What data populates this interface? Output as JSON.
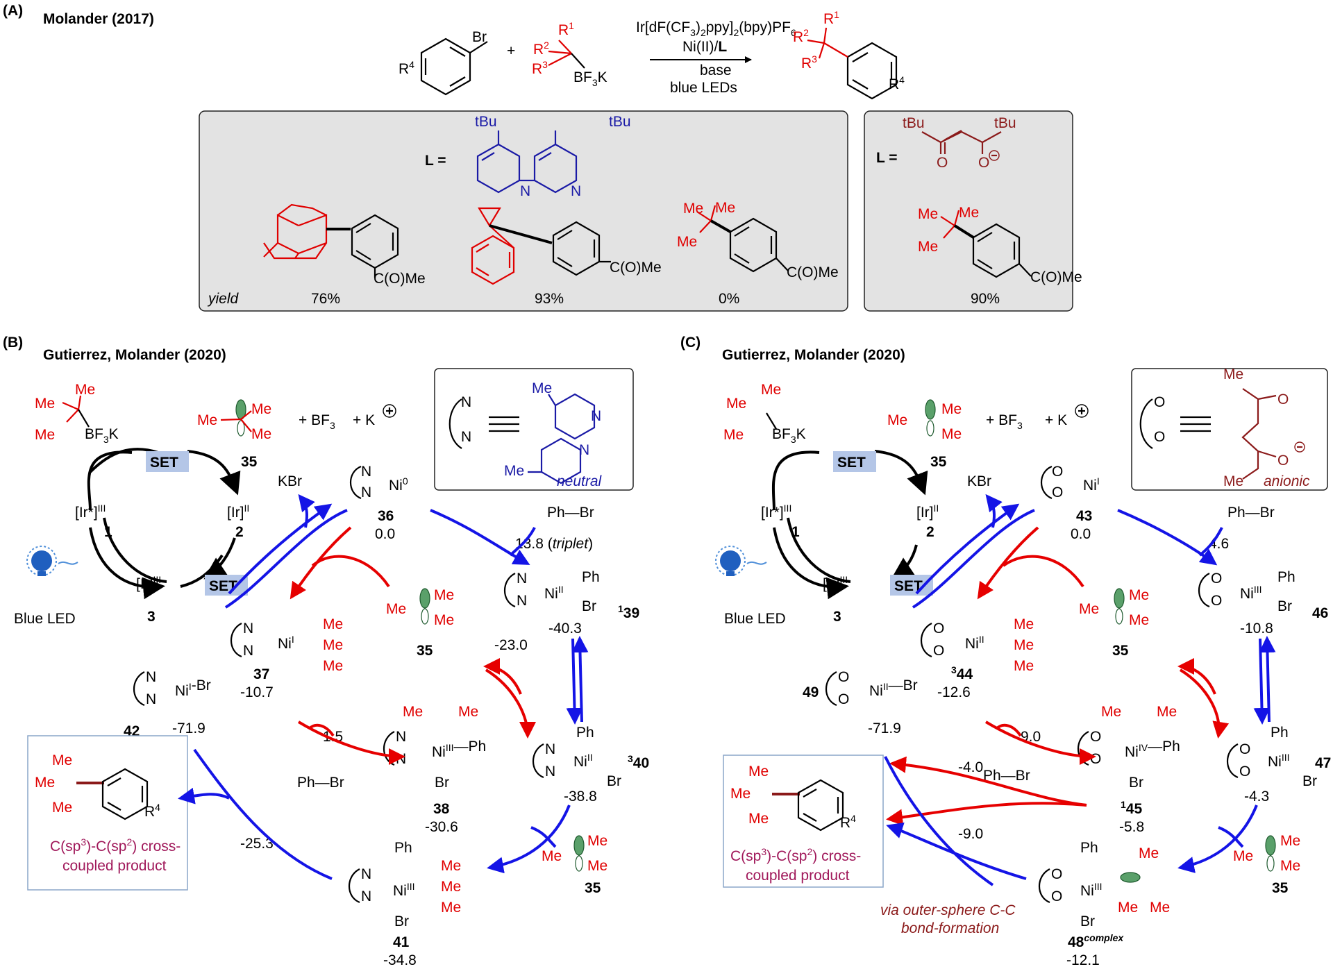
{
  "panelA": {
    "label": "(A)",
    "title": "Molander (2017)",
    "reactant1_subst": "R",
    "reactant1_sup": "4",
    "reactant1_br": "Br",
    "plus": "+",
    "reagent_r1": "R",
    "reagent_r1_sup": "1",
    "reagent_r2": "R",
    "reagent_r2_sup": "2",
    "reagent_r3": "R",
    "reagent_r3_sup": "3",
    "reagent_bf3k": "BF",
    "reagent_bf3k_sub": "3",
    "reagent_bf3k_tail": "K",
    "cond1": "Ir[dF(CF",
    "cond1_sub1": "3",
    "cond1_mid": ")",
    "cond1_sub2": "2",
    "cond1_mid2": "ppy]",
    "cond1_sub3": "2",
    "cond1_tail": "(bpy)PF",
    "cond1_sub4": "6",
    "cond2": "Ni(II)/",
    "cond2_bold": "L",
    "cond3": "base",
    "cond4": "blue LEDs",
    "prod_r4": "R",
    "prod_r4_sup": "4",
    "box1": {
      "ligand_label": "L =",
      "tbu1": "tBu",
      "tbu2": "tBu",
      "n1": "N",
      "n2": "N",
      "yield_label": "yield",
      "products": [
        {
          "substituent": "C(O)Me",
          "yield": "76%"
        },
        {
          "substituent": "C(O)Me",
          "yield": "93%"
        },
        {
          "substituent": "C(O)Me",
          "yield": "0%",
          "me1": "Me",
          "me2": "Me",
          "me3": "Me"
        }
      ]
    },
    "box2": {
      "ligand_label": "L =",
      "tbu1": "tBu",
      "tbu2": "tBu",
      "o1": "O",
      "o2": "O",
      "product": {
        "substituent": "C(O)Me",
        "yield": "90%",
        "me1": "Me",
        "me2": "Me",
        "me3": "Me"
      }
    }
  },
  "panelB": {
    "label": "(B)",
    "title": "Gutierrez, Molander (2020)",
    "legend_note": "neutral",
    "legend_me": "Me",
    "legend_me2": "Me",
    "legend_n": "N",
    "set": "SET",
    "kbr": "KBr",
    "blue_led": "Blue LED",
    "phbr": "Ph—Br",
    "bf3": "+ BF",
    "bf3_sub": "3",
    "kplus": "+ K",
    "product_caption1": "C(sp",
    "product_caption_sup1": "3",
    "product_caption_mid": ")-C(sp",
    "product_caption_sup2": "2",
    "product_caption_tail": ") cross-",
    "product_caption2": "coupled product",
    "species": {
      "ir1": "[Ir*]",
      "ir1_sup": "III",
      "ir1_num": "1",
      "ir2": "[Ir]",
      "ir2_sup": "II",
      "ir2_num": "2",
      "ir3": "[Ir]",
      "ir3_sup": "III",
      "ir3_num": "3",
      "n35": "35",
      "n36": "36",
      "e36": "0.0",
      "n37": "37",
      "e37": "-10.7",
      "n38": "38",
      "e38": "-30.6",
      "n39": "39",
      "n39_sup": "1",
      "e39": "-40.3",
      "n40": "40",
      "n40_sup": "3",
      "e40": "-38.8",
      "n41": "41",
      "e41": "-34.8",
      "n42": "42",
      "e42": "-71.9"
    },
    "barriers": {
      "b_ox": "13.8 (",
      "b_ox_it": "triplet",
      "b_ox_end": ")",
      "b_rad": "-23.0",
      "b_add": "1.5",
      "b_re": "-25.3"
    }
  },
  "panelC": {
    "label": "(C)",
    "title": "Gutierrez, Molander (2020)",
    "legend_note": "anionic",
    "legend_me": "Me",
    "legend_me2": "Me",
    "legend_o": "O",
    "set": "SET",
    "kbr": "KBr",
    "blue_led": "Blue LED",
    "phbr": "Ph—Br",
    "bf3": "+ BF",
    "bf3_sub": "3",
    "kplus": "+ K",
    "product_caption1": "C(sp",
    "product_caption_sup1": "3",
    "product_caption_mid": ")-C(sp",
    "product_caption_sup2": "2",
    "product_caption_tail": ") cross-",
    "product_caption2": "coupled product",
    "outer_sphere1": "via outer-sphere C-C",
    "outer_sphere2": "bond-formation",
    "species": {
      "ir1": "[Ir*]",
      "ir1_sup": "III",
      "ir1_num": "1",
      "ir2": "[Ir]",
      "ir2_sup": "II",
      "ir2_num": "2",
      "ir3": "[Ir]",
      "ir3_sup": "III",
      "ir3_num": "3",
      "n35": "35",
      "n43": "43",
      "e43": "0.0",
      "n44": "44",
      "n44_sup": "3",
      "e44": "-12.6",
      "n45": "45",
      "n45_sup": "1",
      "e45": "-5.8",
      "n46": "46",
      "e46": "-10.8",
      "n47": "47",
      "e47": "-4.3",
      "n48": "48",
      "n48_sup": "complex",
      "e48": "-12.1",
      "n49": "49",
      "e49": "-71.9"
    },
    "barriers": {
      "b_ox": "4.6",
      "b_add": "9.0",
      "b_m4": "-4.0",
      "b_m9": "-9.0"
    }
  },
  "colors": {
    "red": "#e00000",
    "blue_arrow": "#1414e6",
    "navy": "#1a1aa6",
    "maroon": "#8b1a1a",
    "product_text": "#a0185a",
    "box_grey": "#e3e3e3",
    "set_box": "#b4c6e7",
    "orbital": "#5aa06a"
  }
}
